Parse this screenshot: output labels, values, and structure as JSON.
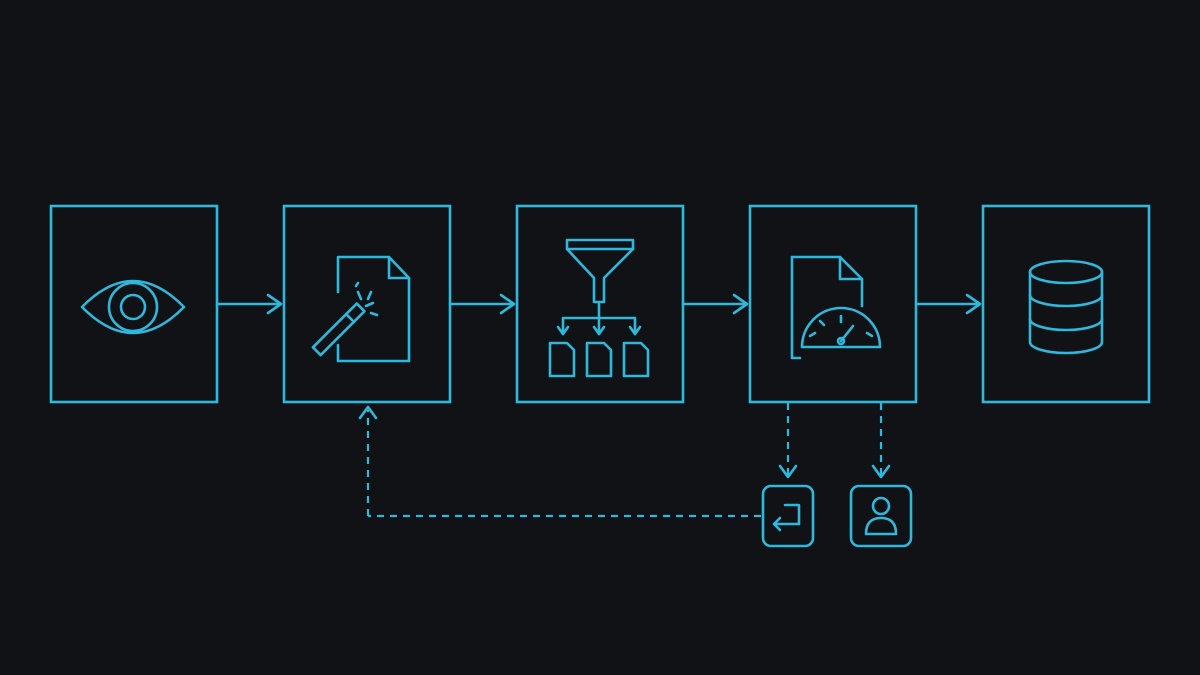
{
  "colors": {
    "background": "#111215",
    "accent": "#2fb8dc"
  },
  "pipeline": {
    "stages": [
      {
        "id": "observe",
        "icon": "eye-icon"
      },
      {
        "id": "generate",
        "icon": "magic-wand-document-icon"
      },
      {
        "id": "filter",
        "icon": "funnel-split-documents-icon"
      },
      {
        "id": "evaluate",
        "icon": "document-gauge-icon"
      },
      {
        "id": "store",
        "icon": "database-icon"
      }
    ],
    "feedback_nodes": [
      {
        "id": "retry",
        "icon": "return-arrow-icon"
      },
      {
        "id": "human-review",
        "icon": "user-icon"
      }
    ]
  }
}
